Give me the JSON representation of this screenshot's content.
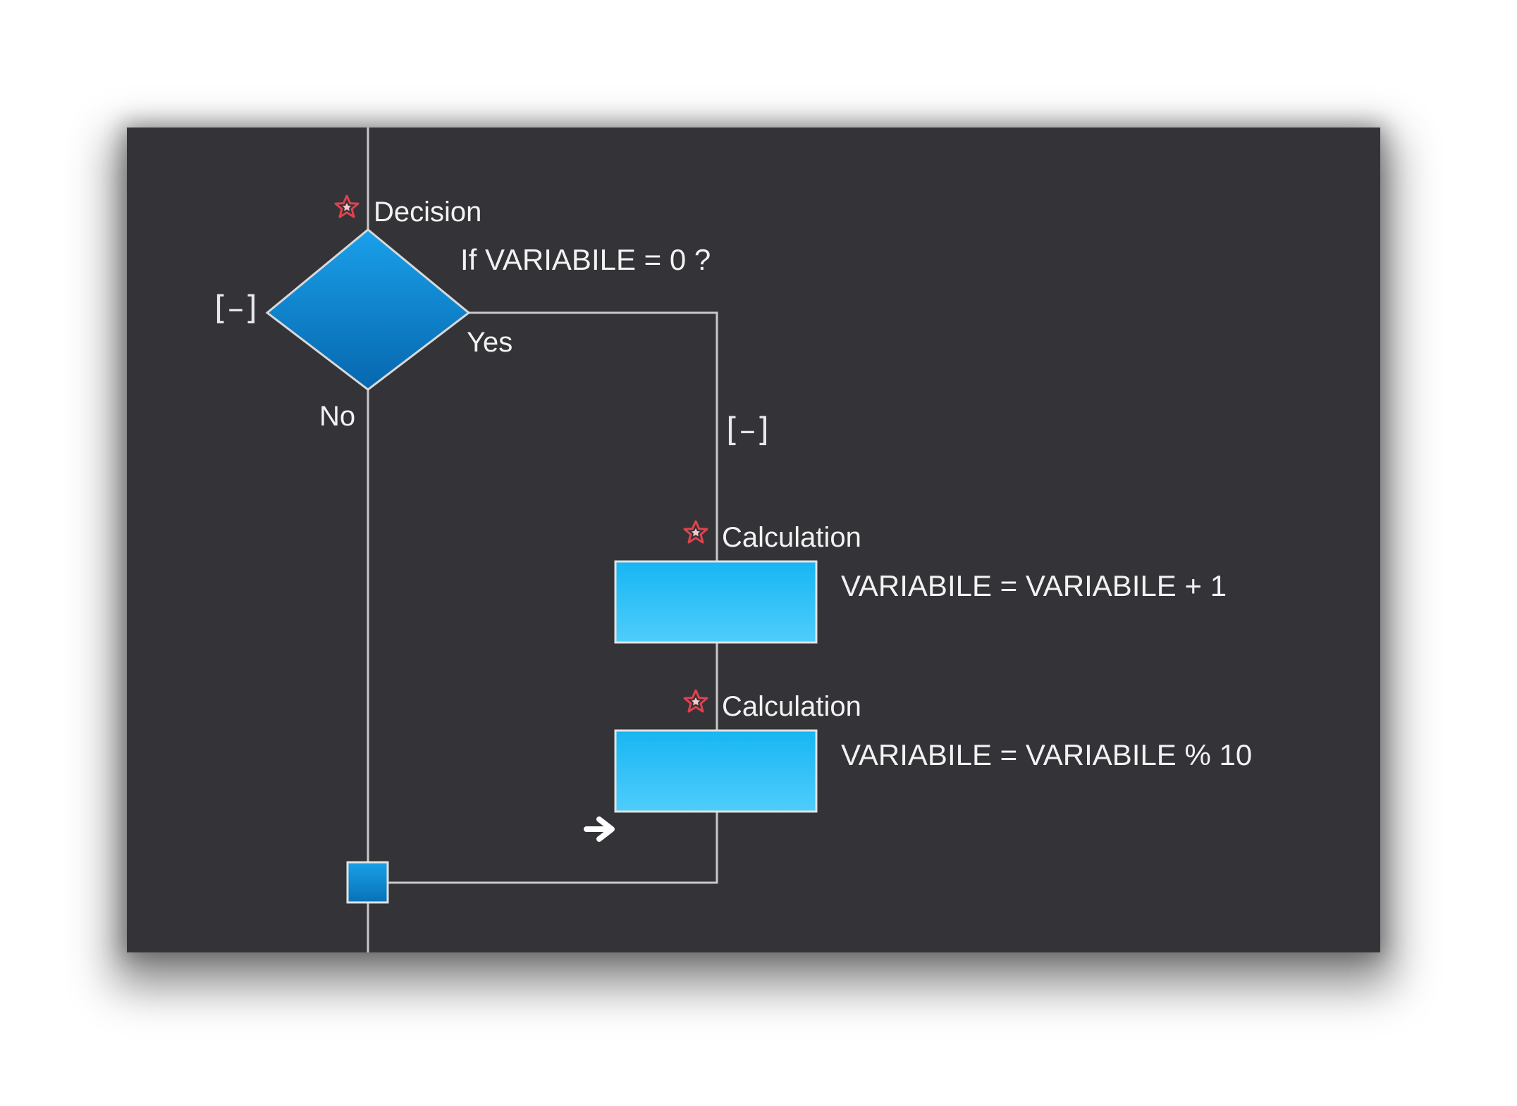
{
  "flowchart": {
    "decision": {
      "title": "Decision",
      "condition": "If  VARIABILE = 0 ?",
      "yes_label": "Yes",
      "no_label": "No",
      "collapse_toggle": "[–]",
      "yes_branch_toggle": "[–]"
    },
    "steps": [
      {
        "title": "Calculation",
        "expression": "VARIABILE = VARIABILE + 1"
      },
      {
        "title": "Calculation",
        "expression": "VARIABILE = VARIABILE % 10"
      }
    ],
    "icons": {
      "required_marker": "star-icon",
      "insertion_pointer": "arrow-right-icon",
      "merge_node": "merge-square-icon"
    },
    "colors": {
      "background": "#333338",
      "connector": "#c8c8c8",
      "decision_fill": "#0a7fc6",
      "step_fill": "#22bdf4",
      "merge_fill": "#0a82c8",
      "star": "#e0424e",
      "text": "#f2f2f2"
    }
  }
}
